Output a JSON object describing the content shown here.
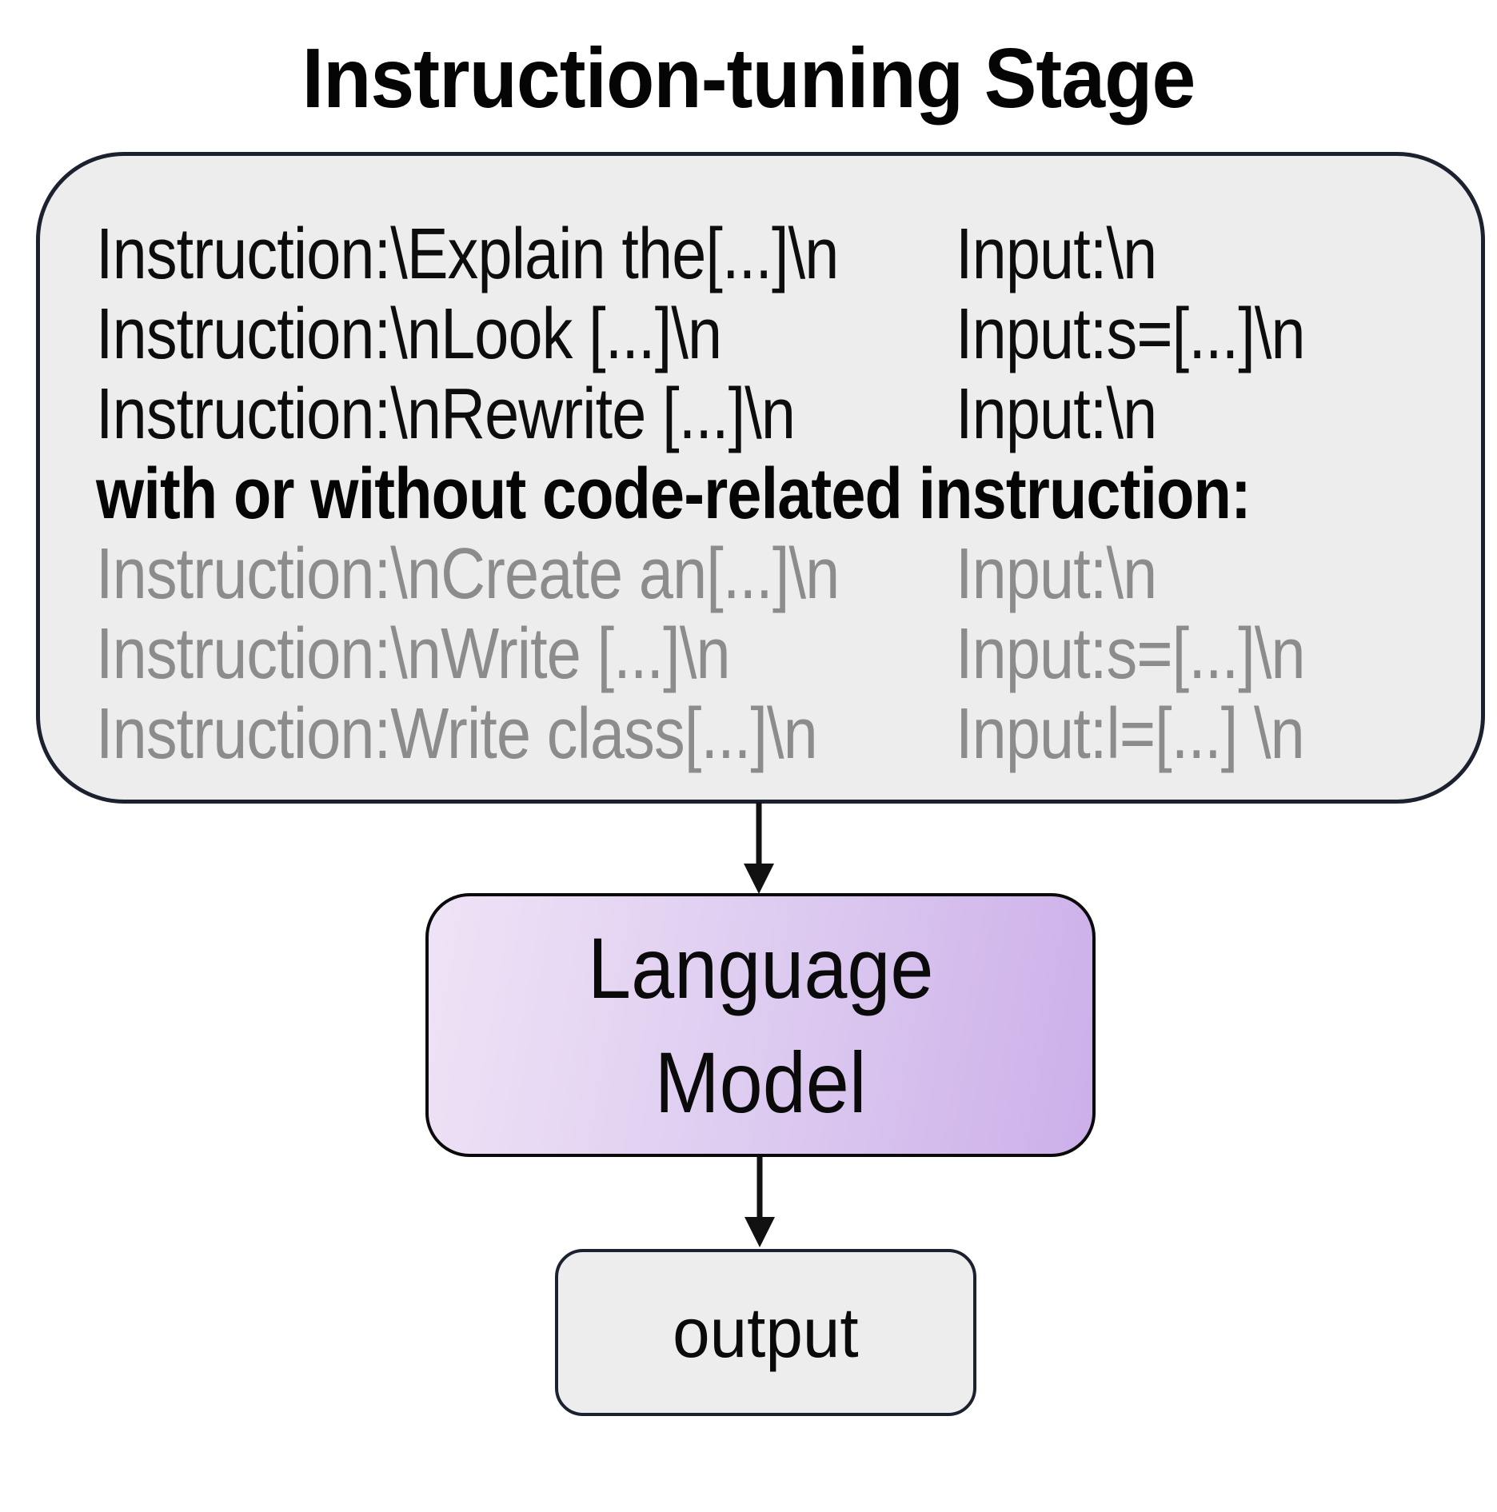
{
  "title": "Instruction-tuning Stage",
  "dataset_box": {
    "lines": [
      {
        "instruction": "Instruction:\\Explain the[...]\\n",
        "input": "Input:\\n",
        "style": "normal"
      },
      {
        "instruction": "Instruction:\\nLook [...]\\n",
        "input": "Input:s=[...]\\n",
        "style": "normal"
      },
      {
        "instruction": "Instruction:\\nRewrite [...]\\n",
        "input": "Input:\\n",
        "style": "normal"
      },
      {
        "divider": "with or without code-related instruction:",
        "style": "bold-divider"
      },
      {
        "instruction": "Instruction:\\nCreate an[...]\\n",
        "input": "Input:\\n",
        "style": "muted"
      },
      {
        "instruction": "Instruction:\\nWrite [...]\\n",
        "input": "Input:s=[...]\\n",
        "style": "muted"
      },
      {
        "instruction": "Instruction:Write class[...]\\n",
        "input": "Input:l=[...] \\n",
        "style": "muted"
      }
    ]
  },
  "language_model_box": {
    "line1": "Language",
    "line2": "Model"
  },
  "output_box": {
    "label": "output"
  },
  "colors": {
    "background": "#ffffff",
    "dataset_box_fill": "#ededee",
    "dataset_box_border": "#1c2130",
    "text_black": "#0d0d0d",
    "text_muted_gray": "#8c8c8c",
    "lm_gradient_start": "#efe3f6",
    "lm_gradient_end": "#ccafe9",
    "lm_border": "#0a0a0a",
    "output_box_fill": "#ededee",
    "output_box_border": "#1c2130",
    "arrow": "#111111"
  }
}
